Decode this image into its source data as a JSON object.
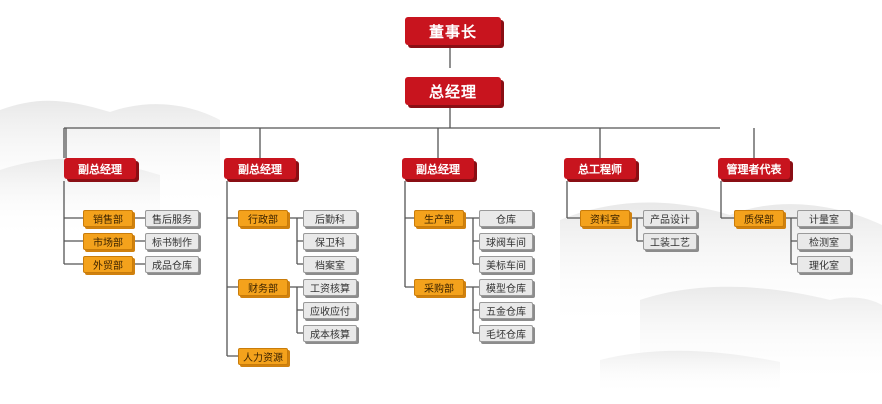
{
  "top": [
    {
      "id": "chairman",
      "label": "董事长"
    },
    {
      "id": "gm",
      "label": "总经理"
    }
  ],
  "columns": [
    {
      "title": "副总经理",
      "groups": [
        {
          "dept": "销售部",
          "units": [
            "售后服务"
          ]
        },
        {
          "dept": "市场部",
          "units": [
            "标书制作"
          ]
        },
        {
          "dept": "外贸部",
          "units": [
            "成品仓库"
          ]
        }
      ]
    },
    {
      "title": "副总经理",
      "groups": [
        {
          "dept": "行政部",
          "units": [
            "后勤科",
            "保卫科",
            "档案室"
          ]
        },
        {
          "dept": "财务部",
          "units": [
            "工资核算",
            "应收应付",
            "成本核算"
          ]
        },
        {
          "dept": "人力资源",
          "units": []
        }
      ]
    },
    {
      "title": "副总经理",
      "groups": [
        {
          "dept": "生产部",
          "units": [
            "仓库",
            "球阀车间",
            "美标车间"
          ]
        },
        {
          "dept": "采购部",
          "units": [
            "模型仓库",
            "五金仓库",
            "毛坯仓库"
          ]
        }
      ]
    },
    {
      "title": "总工程师",
      "groups": [
        {
          "dept": "资料室",
          "units": [
            "产品设计",
            "工装工艺"
          ]
        }
      ]
    },
    {
      "title": "管理者代表",
      "groups": [
        {
          "dept": "质保部",
          "units": [
            "计量室",
            "检测室",
            "理化室"
          ]
        }
      ]
    }
  ],
  "colors": {
    "primary_red": "#c8141e",
    "dept_orange": "#f4a21c",
    "unit_gray": "#e9e9e9",
    "line": "#555555"
  }
}
